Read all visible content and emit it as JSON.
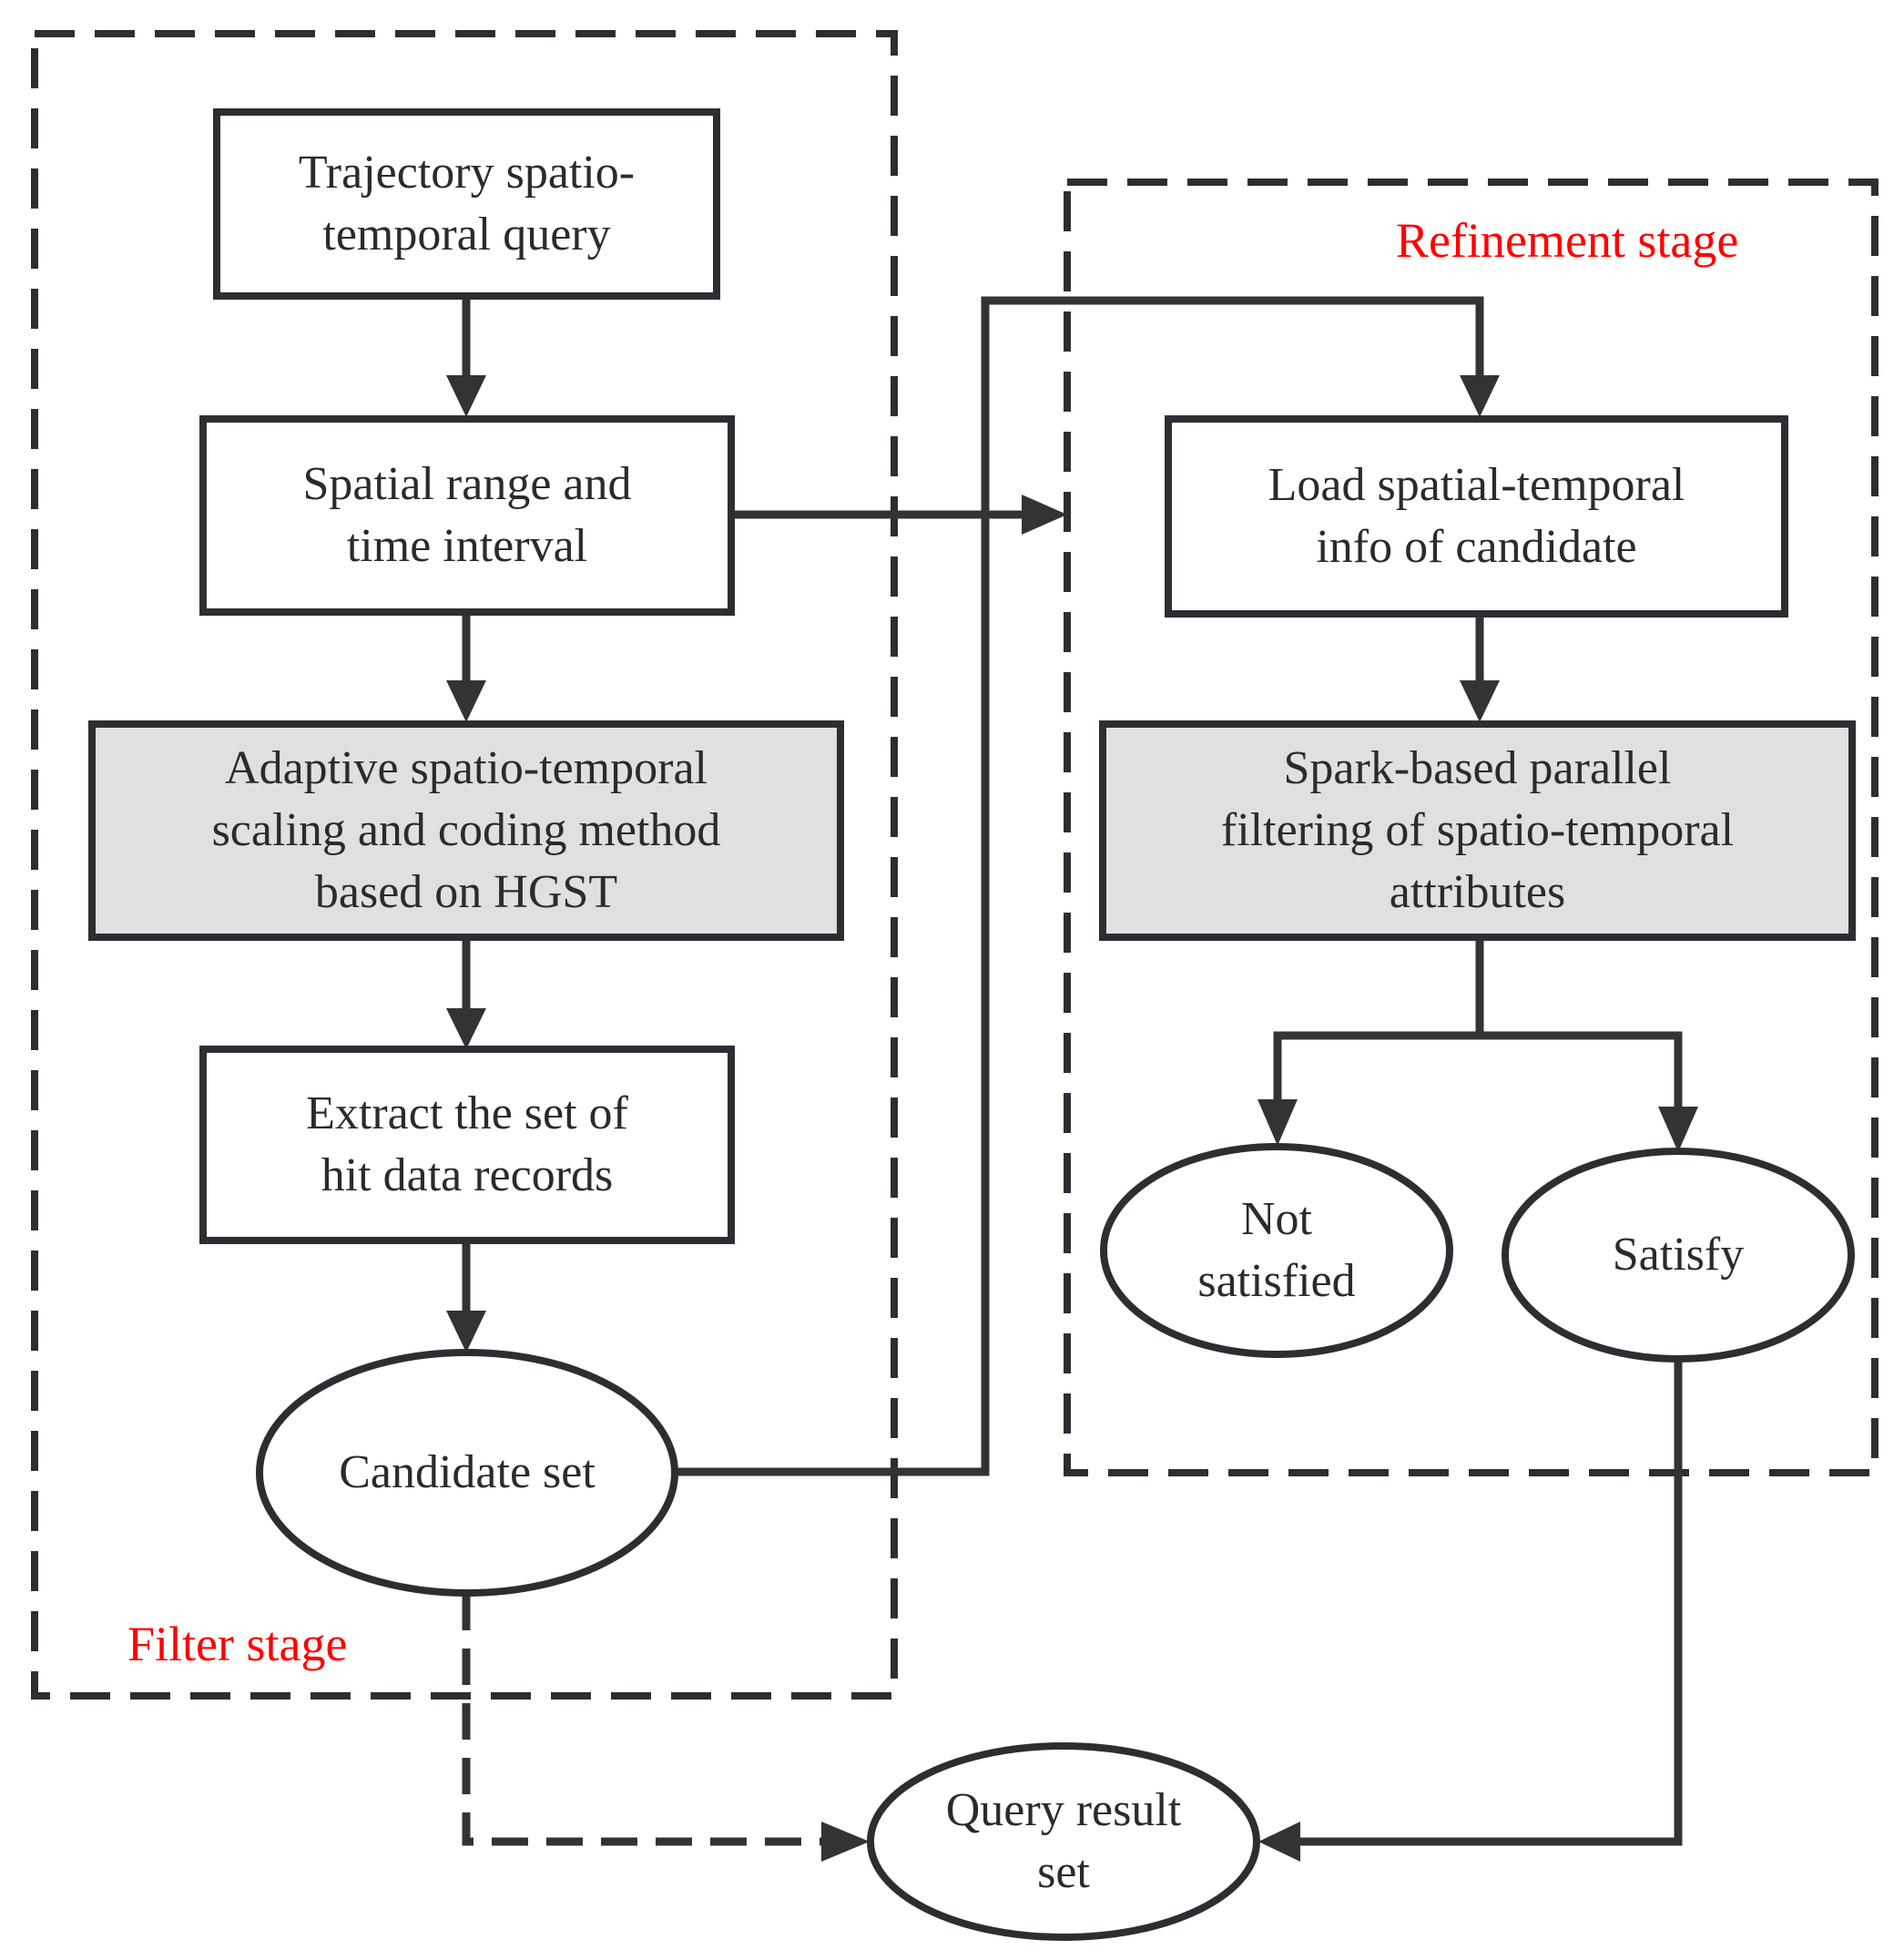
{
  "regions": {
    "filter": {
      "label": "Filter stage",
      "color": "#ff0000"
    },
    "refinement": {
      "label": "Refinement stage",
      "color": "#ff0000"
    }
  },
  "nodes": {
    "trajectory_query": {
      "text": "Trajectory spatio-\ntemporal query",
      "shape": "rect",
      "fill": "#ffffff"
    },
    "range_interval": {
      "text": "Spatial range and\ntime interval",
      "shape": "rect",
      "fill": "#ffffff"
    },
    "adaptive_scaling": {
      "text": "Adaptive spatio-temporal\nscaling and coding method\nbased on HGST",
      "shape": "rect",
      "fill": "#e0e0e0"
    },
    "extract_records": {
      "text": "Extract the set of\nhit data records",
      "shape": "rect",
      "fill": "#ffffff"
    },
    "candidate_set": {
      "text": "Candidate set",
      "shape": "ellipse",
      "fill": "#ffffff"
    },
    "load_info": {
      "text": "Load spatial-temporal\ninfo of candidate",
      "shape": "rect",
      "fill": "#ffffff"
    },
    "spark_filtering": {
      "text": "Spark-based parallel\nfiltering of spatio-temporal\nattributes",
      "shape": "rect",
      "fill": "#e0e0e0"
    },
    "not_satisfied": {
      "text": "Not\nsatisfied",
      "shape": "ellipse",
      "fill": "#ffffff"
    },
    "satisfy": {
      "text": "Satisfy",
      "shape": "ellipse",
      "fill": "#ffffff"
    },
    "query_result": {
      "text": "Query result\nset",
      "shape": "ellipse",
      "fill": "#ffffff"
    }
  },
  "edges": [
    {
      "from": "trajectory_query",
      "to": "range_interval",
      "style": "solid"
    },
    {
      "from": "range_interval",
      "to": "adaptive_scaling",
      "style": "solid"
    },
    {
      "from": "adaptive_scaling",
      "to": "extract_records",
      "style": "solid"
    },
    {
      "from": "extract_records",
      "to": "candidate_set",
      "style": "solid"
    },
    {
      "from": "range_interval",
      "to": "refinement_region",
      "style": "solid"
    },
    {
      "from": "candidate_set",
      "to": "load_info",
      "style": "solid"
    },
    {
      "from": "load_info",
      "to": "spark_filtering",
      "style": "solid"
    },
    {
      "from": "spark_filtering",
      "to": "not_satisfied",
      "style": "solid"
    },
    {
      "from": "spark_filtering",
      "to": "satisfy",
      "style": "solid"
    },
    {
      "from": "satisfy",
      "to": "query_result",
      "style": "solid"
    },
    {
      "from": "candidate_set",
      "to": "query_result",
      "style": "dashed"
    }
  ]
}
